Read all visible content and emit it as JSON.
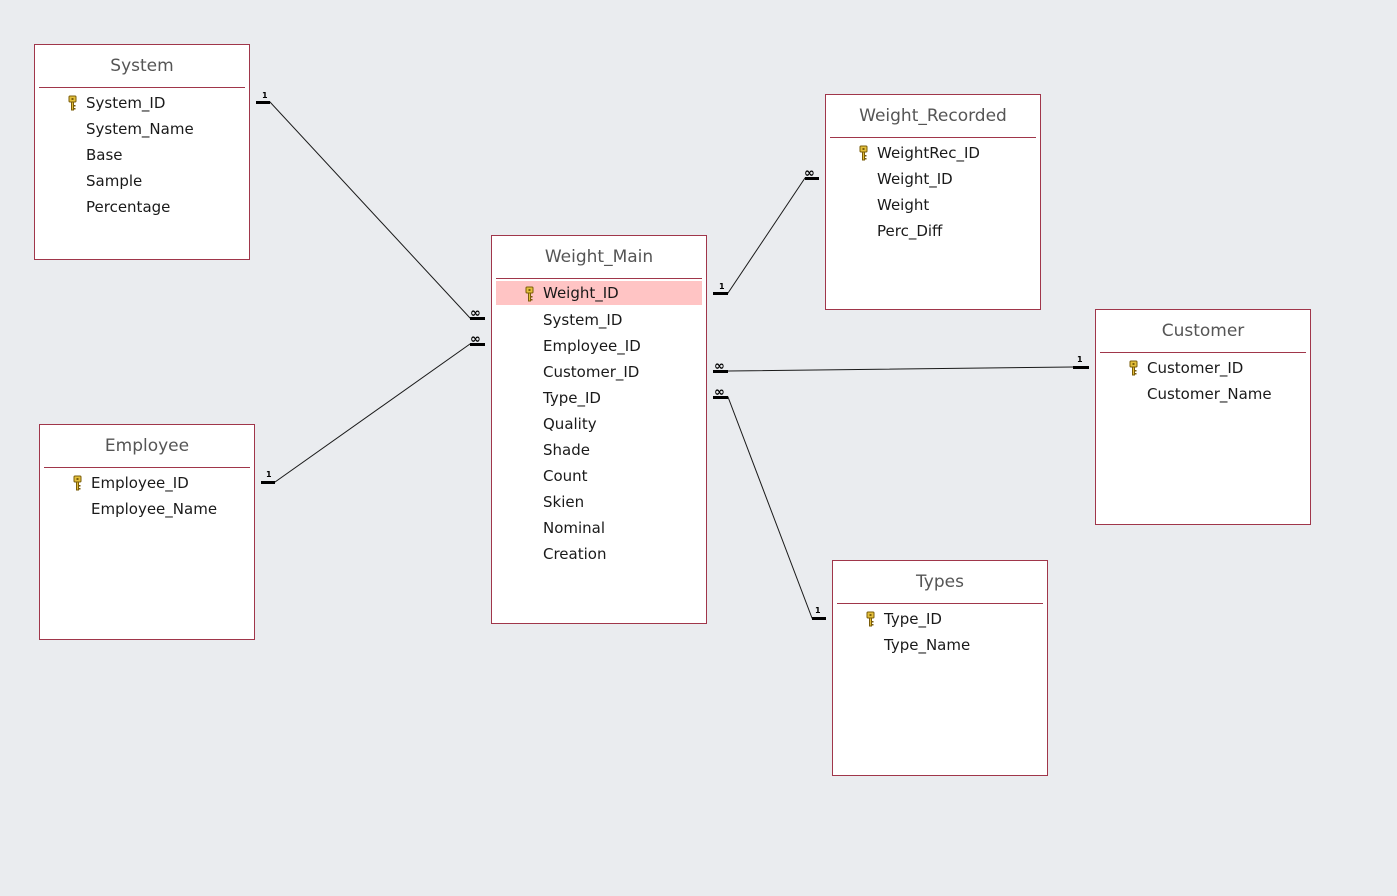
{
  "tables": {
    "system": {
      "title": "System",
      "fields": [
        {
          "name": "System_ID",
          "key": true
        },
        {
          "name": "System_Name",
          "key": false
        },
        {
          "name": "Base",
          "key": false
        },
        {
          "name": "Sample",
          "key": false
        },
        {
          "name": "Percentage",
          "key": false
        }
      ]
    },
    "employee": {
      "title": "Employee",
      "fields": [
        {
          "name": "Employee_ID",
          "key": true
        },
        {
          "name": "Employee_Name",
          "key": false
        }
      ]
    },
    "weight_main": {
      "title": "Weight_Main",
      "fields": [
        {
          "name": "Weight_ID",
          "key": true,
          "selected": true
        },
        {
          "name": "System_ID",
          "key": false
        },
        {
          "name": "Employee_ID",
          "key": false
        },
        {
          "name": "Customer_ID",
          "key": false
        },
        {
          "name": "Type_ID",
          "key": false
        },
        {
          "name": "Quality",
          "key": false
        },
        {
          "name": "Shade",
          "key": false
        },
        {
          "name": "Count",
          "key": false
        },
        {
          "name": "Skien",
          "key": false
        },
        {
          "name": "Nominal",
          "key": false
        },
        {
          "name": "Creation",
          "key": false
        }
      ]
    },
    "weight_recorded": {
      "title": "Weight_Recorded",
      "fields": [
        {
          "name": "WeightRec_ID",
          "key": true
        },
        {
          "name": "Weight_ID",
          "key": false
        },
        {
          "name": "Weight",
          "key": false
        },
        {
          "name": "Perc_Diff",
          "key": false
        }
      ]
    },
    "customer": {
      "title": "Customer",
      "fields": [
        {
          "name": "Customer_ID",
          "key": true
        },
        {
          "name": "Customer_Name",
          "key": false
        }
      ]
    },
    "types": {
      "title": "Types",
      "fields": [
        {
          "name": "Type_ID",
          "key": true
        },
        {
          "name": "Type_Name",
          "key": false
        }
      ]
    }
  },
  "relationship_labels": {
    "one": "1",
    "many": "∞"
  },
  "colors": {
    "background": "#eaecef",
    "table_border": "#a0364a",
    "selected_row": "#ffc4c4",
    "key_icon": "#d9b233"
  },
  "icons": {
    "primary_key": "key-icon"
  }
}
